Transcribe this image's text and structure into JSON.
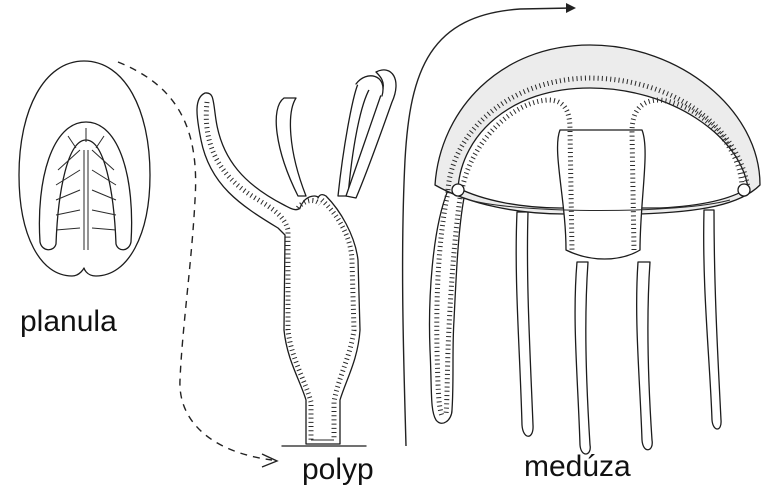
{
  "labels": {
    "planula": "planula",
    "polyp": "polyp",
    "meduza": "medúza"
  }
}
